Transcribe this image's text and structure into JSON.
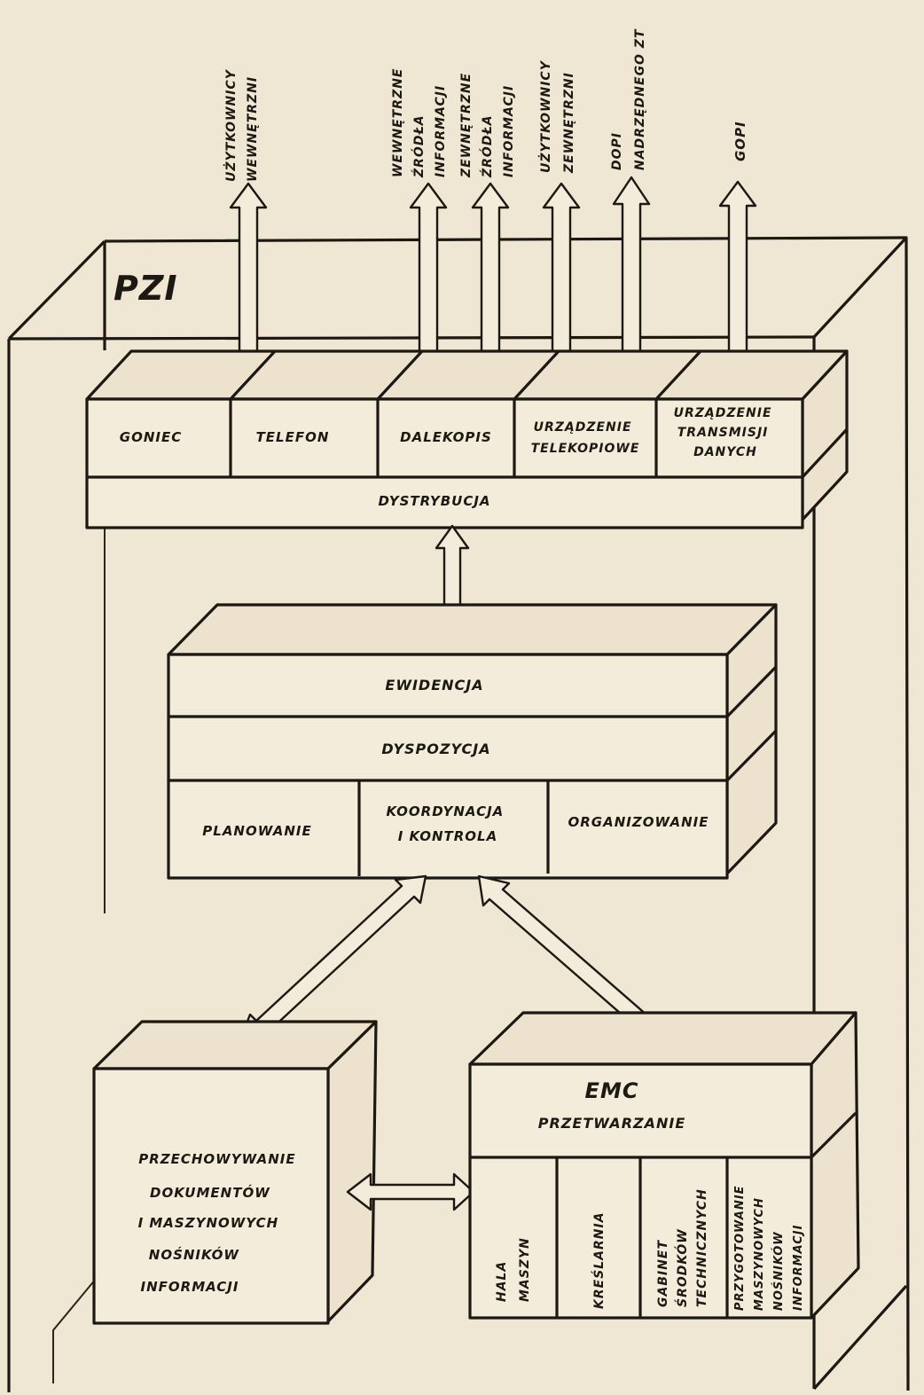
{
  "colors": {
    "paper": "#efe6d3",
    "ink": "#1c1812",
    "fill": "#f4ecdb"
  },
  "diagram": {
    "frame_label": "PZI",
    "external": {
      "uzytkownicy_wewnetrzni": [
        "UŻYTKOWNICY",
        "WEWNĘTRZNI"
      ],
      "wewnetrzne_zrodla": [
        "WEWNĘTRZNE",
        "ŹRÓDŁA",
        "INFORMACJI"
      ],
      "zewnetrzne_zrodla": [
        "ZEWNĘTRZNE",
        "ŹRÓDŁA",
        "INFORMACJI"
      ],
      "uzytkownicy_zewnetrzni": [
        "UŻYTKOWNICY",
        "ZEWNĘTRZNI"
      ],
      "dopi": [
        "DOPI",
        "NADRZĘDNEGO ZT"
      ],
      "gopi": [
        "GOPI"
      ]
    },
    "top_block": {
      "cells": {
        "goniec": [
          "GONIEC"
        ],
        "telefon": [
          "TELEFON"
        ],
        "dalekopis": [
          "DALEKOPIS"
        ],
        "telekopiowe": [
          "URZĄDZENIE",
          "TELEKOPIOWE"
        ],
        "transmisji": [
          "URZĄDZENIE",
          "TRANSMISJI",
          "DANYCH"
        ]
      },
      "bottom": "DYSTRYBUCJA"
    },
    "middle_block": {
      "row1": "EWIDENCJA",
      "row2": "DYSPOZYCJA",
      "planowanie": "PLANOWANIE",
      "koordynacja": [
        "KOORDYNACJA",
        "I KONTROLA"
      ],
      "organizowanie": "ORGANIZOWANIE"
    },
    "storage_block": [
      "PRZECHOWYWANIE",
      "DOKUMENTÓW",
      "I MASZYNOWYCH",
      "NOŚNIKÓW",
      "INFORMACJI"
    ],
    "emc_block": {
      "title": "EMC",
      "subtitle": "PRZETWARZANIE",
      "cells": {
        "hala": [
          "HALA",
          "MASZYN"
        ],
        "kreslarnia": [
          "KREŚLARNIA"
        ],
        "gabinet": [
          "GABINET",
          "ŚRODKÓW",
          "TECHNICZNYCH"
        ],
        "przygotowanie": [
          "PRZYGOTOWANIE",
          "MASZYNOWYCH",
          "NOŚNIKÓW",
          "INFORMACJI"
        ]
      }
    }
  }
}
